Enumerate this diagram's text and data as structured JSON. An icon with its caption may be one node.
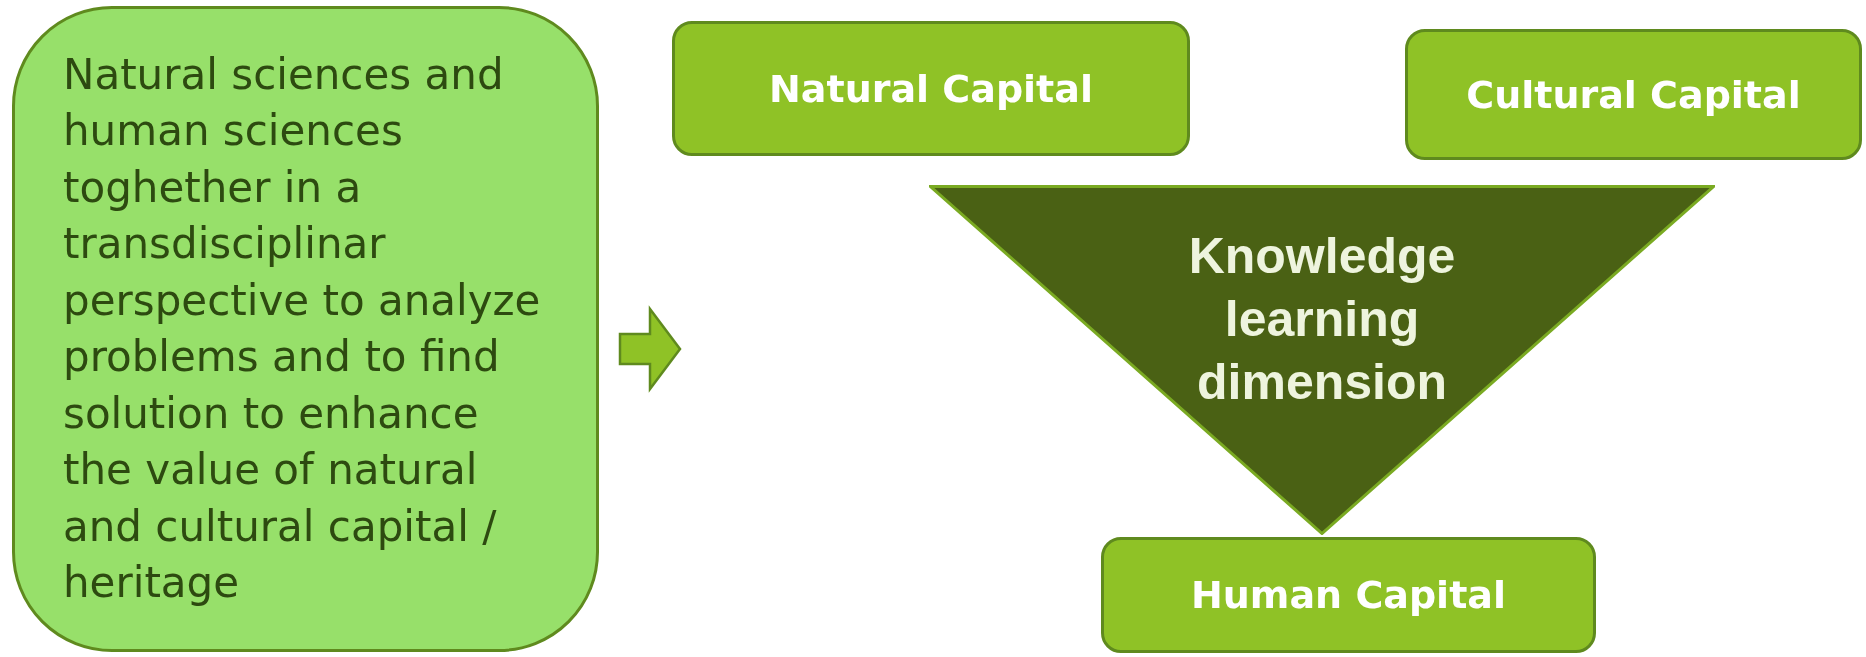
{
  "diagram": {
    "nodes": [
      {
        "text": [
          "Natural sciences and human sciences toghether in a transdisciplinar perspective to analyze problems and to find solution to enhance the value of natural and cultural capital / heritage"
        ]
      },
      {
        "text": [
          "Natural Capital"
        ]
      },
      {
        "text": [
          "Cultural Capital"
        ]
      },
      {
        "text": [
          "Knowledge learning dimension"
        ]
      },
      {
        "text": [
          "Human Capital"
        ]
      }
    ]
  }
}
